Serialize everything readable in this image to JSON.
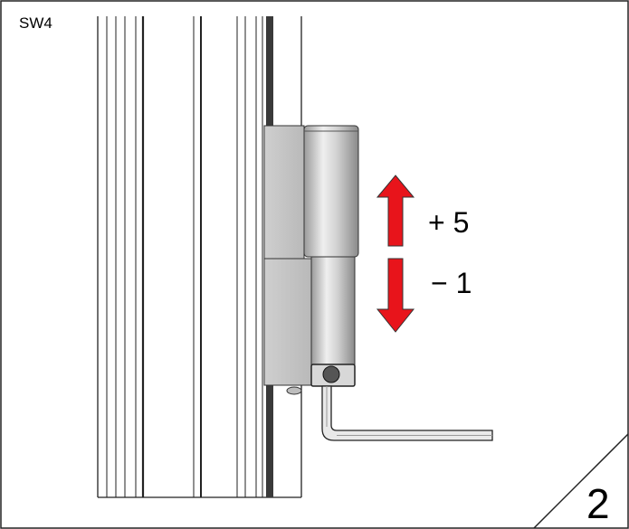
{
  "labels": {
    "tool_size": "SW4",
    "raise_adjust": "+ 5",
    "lower_adjust": "− 1",
    "step_number": "2"
  },
  "colors": {
    "arrow": "#e8141b",
    "frame_line": "#222222",
    "metal_light": "#e6e6e6",
    "metal_mid": "#c4c4c4",
    "metal_dark": "#8e8e8e"
  },
  "icons": {
    "up_arrow": "arrow-up-icon",
    "down_arrow": "arrow-down-icon",
    "hex_key": "hex-key-icon"
  }
}
